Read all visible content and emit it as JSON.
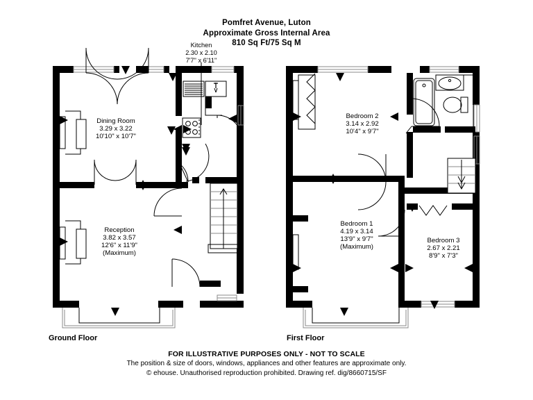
{
  "header": {
    "title": "Pomfret Avenue, Luton",
    "subtitle": "Approximate Gross Internal Area",
    "area": "810 Sq Ft/75 Sq M"
  },
  "floors": [
    {
      "key": "ground",
      "label": "Ground Floor"
    },
    {
      "key": "first",
      "label": "First Floor"
    }
  ],
  "rooms": {
    "kitchen": {
      "name": "Kitchen",
      "metric": "2.30 x 2.10",
      "imperial": "7'7\" x 6'11\"",
      "note": ""
    },
    "dining": {
      "name": "Dining Room",
      "metric": "3.29 x 3.22",
      "imperial": "10'10\" x 10'7\"",
      "note": ""
    },
    "reception": {
      "name": "Reception",
      "metric": "3.82 x 3.57",
      "imperial": "12'6\" x 11'9\"",
      "note": "(Maximum)"
    },
    "bedroom2": {
      "name": "Bedroom 2",
      "metric": "3.14 x 2.92",
      "imperial": "10'4\" x 9'7\"",
      "note": ""
    },
    "bedroom1": {
      "name": "Bedroom 1",
      "metric": "4.19 x 3.14",
      "imperial": "13'9\" x 9'7\"",
      "note": "(Maximum)"
    },
    "bedroom3": {
      "name": "Bedroom 3",
      "metric": "2.67 x 2.21",
      "imperial": "8'9\" x 7'3\"",
      "note": ""
    }
  },
  "fixtures": {
    "sink": "sink-icon",
    "drainer": "drainer-icon",
    "hob": "hob-icon",
    "bath": "bath-icon",
    "basin": "basin-icon",
    "toilet": "toilet-icon",
    "stairs_up": "stairs-up-icon",
    "stairs_down": "stairs-down-icon",
    "wardrobe": "wardrobe-icon",
    "bay_window": "bay-window-icon"
  },
  "footer": {
    "line1": "FOR ILLUSTRATIVE PURPOSES ONLY - NOT TO SCALE",
    "line2": "The position & size of doors, windows, appliances and other features are approximate only.",
    "line3": "© ehouse. Unauthorised reproduction prohibited. Drawing ref. dig/8660715/SF"
  },
  "colors": {
    "wall": "#000000",
    "background": "#ffffff",
    "window": "#8a8a8a"
  }
}
